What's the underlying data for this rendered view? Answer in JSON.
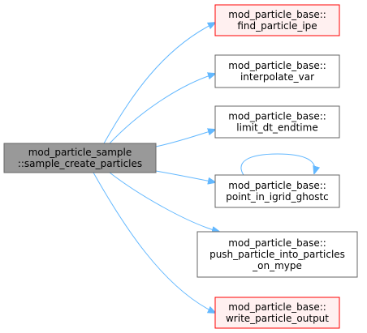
{
  "colors": {
    "edge": "#63b8ff",
    "border_default": "#666666",
    "border_highlight": "#ff0000",
    "fill_root": "#999999",
    "fill_highlight": "#fff0f0",
    "fill_default": "#ffffff"
  },
  "nodes": [
    {
      "id": "root",
      "lines": [
        "mod_particle_sample",
        "::sample_create_particles"
      ],
      "style": "root"
    },
    {
      "id": "find_particle_ipe",
      "lines": [
        "mod_particle_base::",
        "find_particle_ipe"
      ],
      "style": "highlight"
    },
    {
      "id": "interpolate_var",
      "lines": [
        "mod_particle_base::",
        "interpolate_var"
      ],
      "style": "default"
    },
    {
      "id": "limit_dt_endtime",
      "lines": [
        "mod_particle_base::",
        "limit_dt_endtime"
      ],
      "style": "default"
    },
    {
      "id": "point_in_igrid_ghostc",
      "lines": [
        "mod_particle_base::",
        "point_in_igrid_ghostc"
      ],
      "style": "default"
    },
    {
      "id": "push_particle_into_particles_on_mype",
      "lines": [
        "mod_particle_base::",
        "push_particle_into_particles",
        "_on_mype"
      ],
      "style": "default"
    },
    {
      "id": "write_particle_output",
      "lines": [
        "mod_particle_base::",
        "write_particle_output"
      ],
      "style": "highlight"
    }
  ],
  "edges": [
    {
      "from": "root",
      "to": "find_particle_ipe"
    },
    {
      "from": "root",
      "to": "interpolate_var"
    },
    {
      "from": "root",
      "to": "limit_dt_endtime"
    },
    {
      "from": "root",
      "to": "point_in_igrid_ghostc"
    },
    {
      "from": "root",
      "to": "push_particle_into_particles_on_mype"
    },
    {
      "from": "root",
      "to": "write_particle_output"
    },
    {
      "from": "point_in_igrid_ghostc",
      "to": "point_in_igrid_ghostc"
    }
  ]
}
